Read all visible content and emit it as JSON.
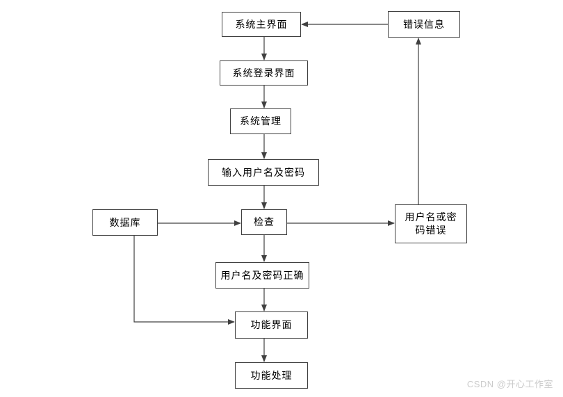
{
  "diagram": {
    "type": "flowchart",
    "nodes": {
      "main_screen": {
        "label": "系统主界面"
      },
      "error_info": {
        "label": "错误信息"
      },
      "login_screen": {
        "label": "系统登录界面"
      },
      "system_manage": {
        "label": "系统管理"
      },
      "input_credentials": {
        "label": "输入用户名及密码"
      },
      "database": {
        "label": "数据库"
      },
      "check": {
        "label": "检查"
      },
      "wrong_credentials": {
        "label": "用户名或密码错误"
      },
      "correct_credentials": {
        "label": "用户名及密码正确"
      },
      "function_ui": {
        "label": "功能界面"
      },
      "function_process": {
        "label": "功能处理"
      }
    },
    "edges": [
      {
        "from": "main_screen",
        "to": "login_screen"
      },
      {
        "from": "login_screen",
        "to": "system_manage"
      },
      {
        "from": "system_manage",
        "to": "input_credentials"
      },
      {
        "from": "input_credentials",
        "to": "check"
      },
      {
        "from": "database",
        "to": "check"
      },
      {
        "from": "check",
        "to": "wrong_credentials"
      },
      {
        "from": "wrong_credentials",
        "to": "error_info"
      },
      {
        "from": "error_info",
        "to": "main_screen"
      },
      {
        "from": "check",
        "to": "correct_credentials"
      },
      {
        "from": "correct_credentials",
        "to": "function_ui"
      },
      {
        "from": "database",
        "to": "function_ui"
      },
      {
        "from": "function_ui",
        "to": "function_process"
      }
    ],
    "colors": {
      "line": "#404040",
      "box_border": "#404040",
      "box_fill": "#ffffff",
      "text": "#000000",
      "background": "#ffffff",
      "watermark": "#cbcbcb"
    }
  },
  "watermark": {
    "text": "CSDN @开心工作室"
  }
}
